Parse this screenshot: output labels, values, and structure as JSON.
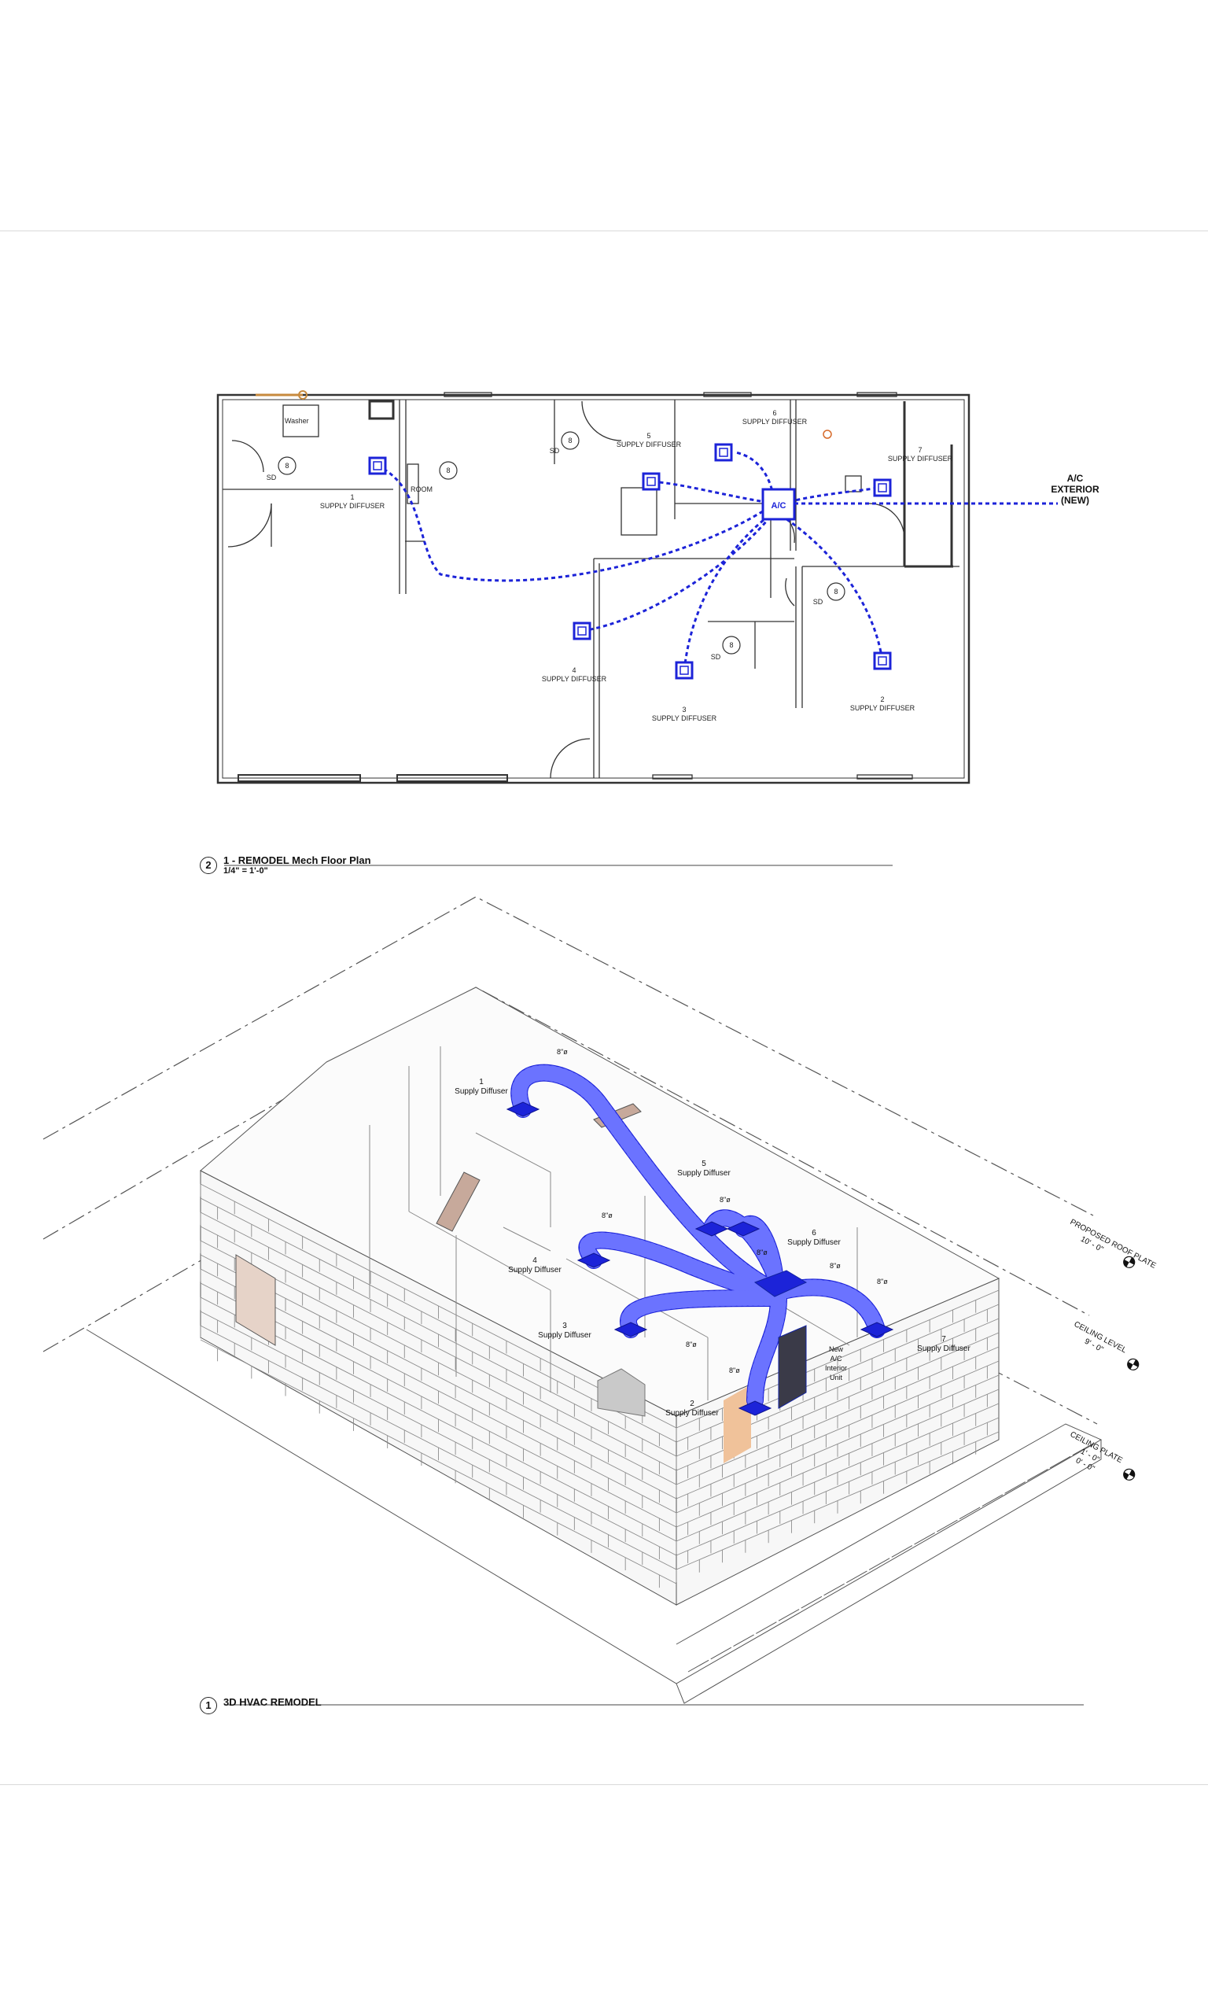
{
  "floor_plan": {
    "view_number": "2",
    "title": "1 - REMODEL Mech Floor Plan",
    "scale": "1/4\" = 1'-0\"",
    "appliance_label": "Washer",
    "unit_label": "A/C",
    "exterior_label": [
      "A/C",
      "EXTERIOR",
      "(NEW)"
    ],
    "diffusers": [
      {
        "num": "1",
        "label": "SUPPLY DIFFUSER"
      },
      {
        "num": "2",
        "label": "SUPPLY DIFFUSER"
      },
      {
        "num": "3",
        "label": "SUPPLY DIFFUSER"
      },
      {
        "num": "4",
        "label": "SUPPLY DIFFUSER"
      },
      {
        "num": "5",
        "label": "SUPPLY DIFFUSER"
      },
      {
        "num": "6",
        "label": "SUPPLY DIFFUSER"
      },
      {
        "num": "7",
        "label": "SUPPLY DIFFUSER"
      }
    ],
    "smoke_detector_label": "SD",
    "smoke_detector_tag": "8",
    "room_tag": "ROOM"
  },
  "isometric": {
    "view_number": "1",
    "title": "3D HVAC REMODEL",
    "diffusers": [
      {
        "num": "1",
        "label": "Supply Diffuser"
      },
      {
        "num": "2",
        "label": "Supply Diffuser"
      },
      {
        "num": "3",
        "label": "Supply Diffuser"
      },
      {
        "num": "4",
        "label": "Supply Diffuser"
      },
      {
        "num": "5",
        "label": "Supply Diffuser"
      },
      {
        "num": "6",
        "label": "Supply Diffuser"
      },
      {
        "num": "7",
        "label": "Supply Diffuser"
      }
    ],
    "duct_size": "8\"ø",
    "unit_label": [
      "New",
      "A/C",
      "Interior",
      "Unit"
    ],
    "levels": [
      {
        "name": "PROPOSED ROOF PLATE",
        "elev": "10' - 0\""
      },
      {
        "name": "CEILING LEVEL",
        "elev": "9' - 0\""
      },
      {
        "name": "CEILING PLATE",
        "elev": "1' - 0\"",
        "elev2": "0' - 0\""
      }
    ]
  },
  "colors": {
    "duct": "#1c23d8",
    "wall": "#333333",
    "stone": "#9a9a9a",
    "accent": "#f0c29a"
  }
}
